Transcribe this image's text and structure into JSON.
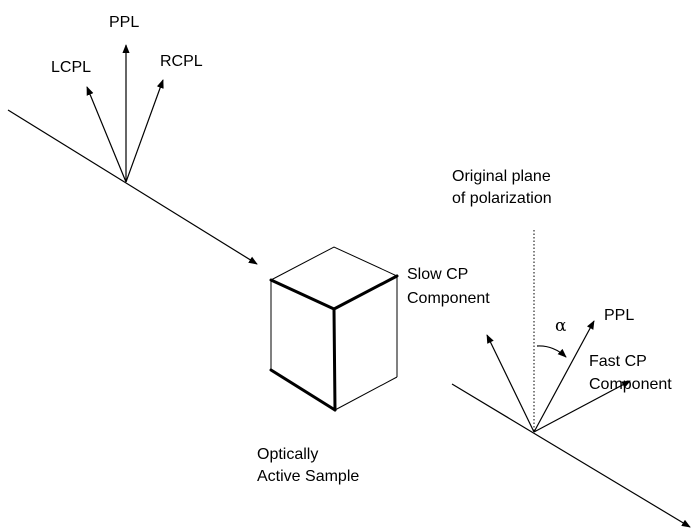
{
  "labels": {
    "ppl_top": "PPL",
    "lcpl": "LCPL",
    "rcpl": "RCPL",
    "original_plane_line1": "Original plane",
    "original_plane_line2": "of polarization",
    "slow_cp_line1": "Slow CP",
    "slow_cp_line2": "Component",
    "alpha": "α",
    "ppl_right": "PPL",
    "fast_cp_line1": "Fast CP",
    "fast_cp_line2": "Component",
    "sample_line1": "Optically",
    "sample_line2": "Active Sample"
  },
  "icons": {
    "arrowhead": "arrowhead-icon",
    "cube": "optically-active-sample-cube"
  }
}
